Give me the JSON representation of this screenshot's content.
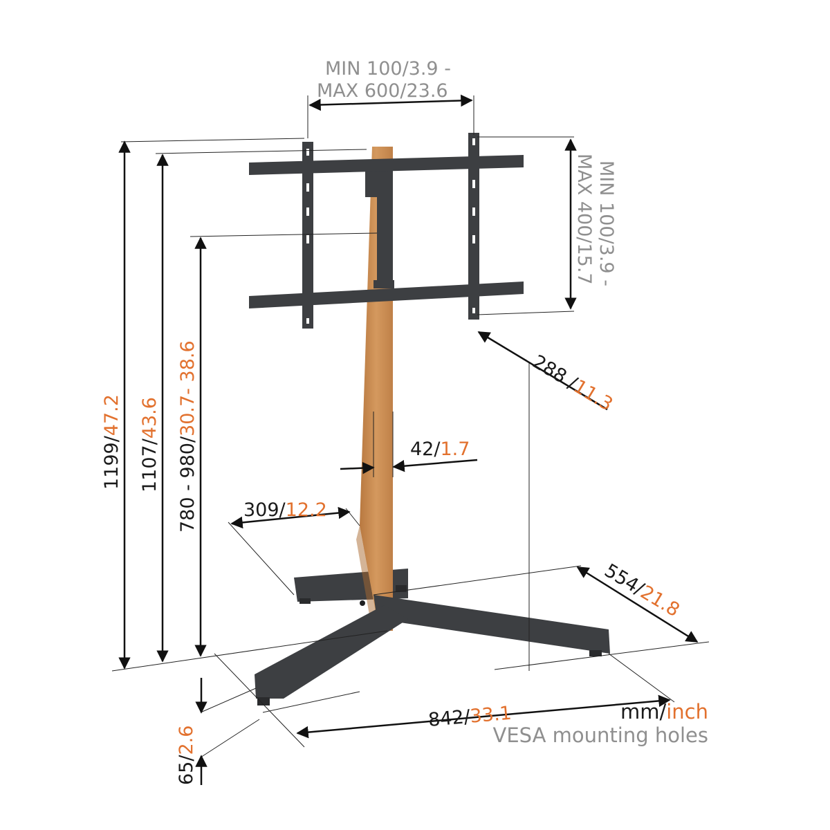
{
  "diagram": {
    "subject": "TV floor stand with wooden column and dark metal base",
    "colors": {
      "mm_text": "#1a1a1a",
      "inch_text": "#e2712e",
      "vesa_text": "#8f8f8f",
      "metal": "#3d3f42",
      "wood": "#c98a4e"
    },
    "dimensions": {
      "vesa_width": {
        "mm": "MIN 100/",
        "inch": "3.9 -",
        "mm2": "MAX 600/",
        "inch2": "23.6"
      },
      "vesa_height": {
        "mm": "MIN 100/",
        "inch": "3.9 -",
        "mm2": "MAX 400/",
        "inch2": "15.7"
      },
      "total_height": {
        "mm": "1199/",
        "inch": "47.2"
      },
      "column_height": {
        "mm": "1107/",
        "inch": "43.6"
      },
      "mount_height": {
        "mm": "780 - 980/",
        "inch": "30.7- 38.6"
      },
      "depth_offset": {
        "mm": "288 /",
        "inch": "11.3"
      },
      "column_width": {
        "mm": "42/",
        "inch": "1.7"
      },
      "leg_front": {
        "mm": "309/",
        "inch": "12.2"
      },
      "base_depth": {
        "mm": "554/",
        "inch": "21.8"
      },
      "base_width": {
        "mm": "842/",
        "inch": "33.1"
      },
      "foot_height": {
        "mm": "65/",
        "inch": "2.6"
      }
    },
    "legend": {
      "unit_mm": "mm/",
      "unit_inch": "inch",
      "vesa_note": "VESA mounting holes"
    }
  }
}
